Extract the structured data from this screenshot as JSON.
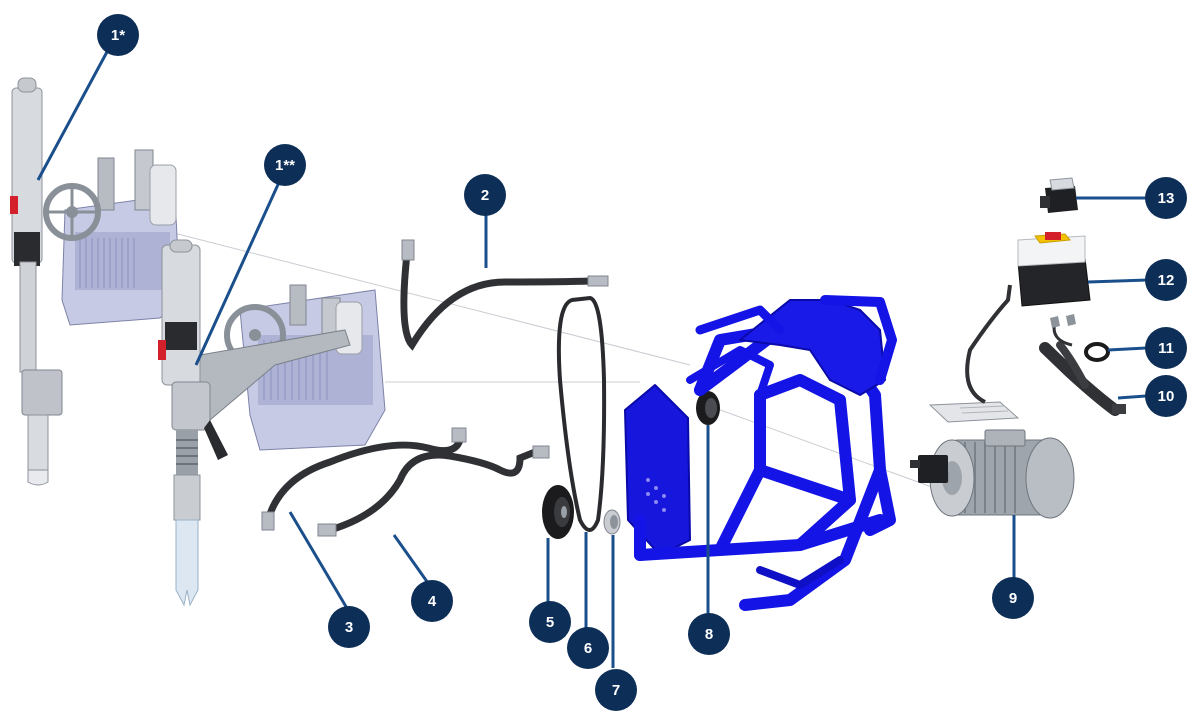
{
  "colors": {
    "callout_fill": "#0d2e57",
    "callout_text": "#ffffff",
    "leader_line": "#1b4f8c",
    "frame_blue": "#1414e6",
    "frame_blue_dark": "#0a0aa8",
    "metal_light": "#dfe2e6",
    "metal_mid": "#b7bcc3",
    "metal_dark": "#80868f",
    "hose": "#2f3135",
    "rubber": "#1b1b1d",
    "red_knob": "#d4202a",
    "yellow_switch": "#f2c200",
    "pump_body": "#c9cbe6"
  },
  "callouts": [
    {
      "id": "1-star",
      "label": "1*"
    },
    {
      "id": "1-double-star",
      "label": "1**"
    },
    {
      "id": "2",
      "label": "2"
    },
    {
      "id": "3",
      "label": "3"
    },
    {
      "id": "4",
      "label": "4"
    },
    {
      "id": "5",
      "label": "5"
    },
    {
      "id": "6",
      "label": "6"
    },
    {
      "id": "7",
      "label": "7"
    },
    {
      "id": "8",
      "label": "8"
    },
    {
      "id": "9",
      "label": "9"
    },
    {
      "id": "10",
      "label": "10"
    },
    {
      "id": "11",
      "label": "11"
    },
    {
      "id": "12",
      "label": "12"
    },
    {
      "id": "13",
      "label": "13"
    }
  ]
}
